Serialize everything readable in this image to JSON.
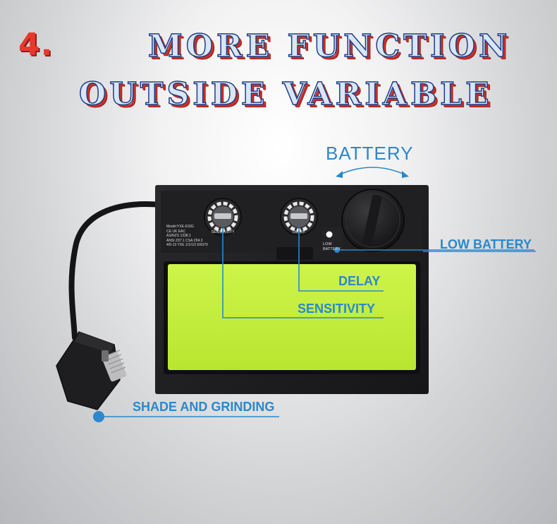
{
  "heading": {
    "number": "4.",
    "line1": "MORE FUNCTION",
    "line2": "OUTSIDE VARIABLE"
  },
  "callouts": {
    "battery": "BATTERY",
    "low_battery": "LOW BATTERY",
    "delay": "DELAY",
    "sensitivity": "SENSITIVITY",
    "shade_and_grinding": "SHADE AND GRINDING"
  },
  "device": {
    "model_text": "Model:YXE-616G",
    "certifications": "CE UK EAC",
    "standard_1": "AS/NZS 1338.1",
    "standard_2": "ANSI Z87.1 CSA Z94.3",
    "standard_3": "4/9-13 YXE 1/1/1/2 EN379",
    "sensitivity_knob_label": "SENSITIVITY",
    "delay_knob_label": "DELAY",
    "low_battery_indicator_line1": "LOW",
    "low_battery_indicator_line2": "BATTERY"
  },
  "colors": {
    "accent_blue": "#2b88cc",
    "heading_red": "#e8392d",
    "heading_outline_blue": "#1f3f86",
    "lens_green": "#c5f03c",
    "cartridge_black": "#1c1c1e"
  }
}
